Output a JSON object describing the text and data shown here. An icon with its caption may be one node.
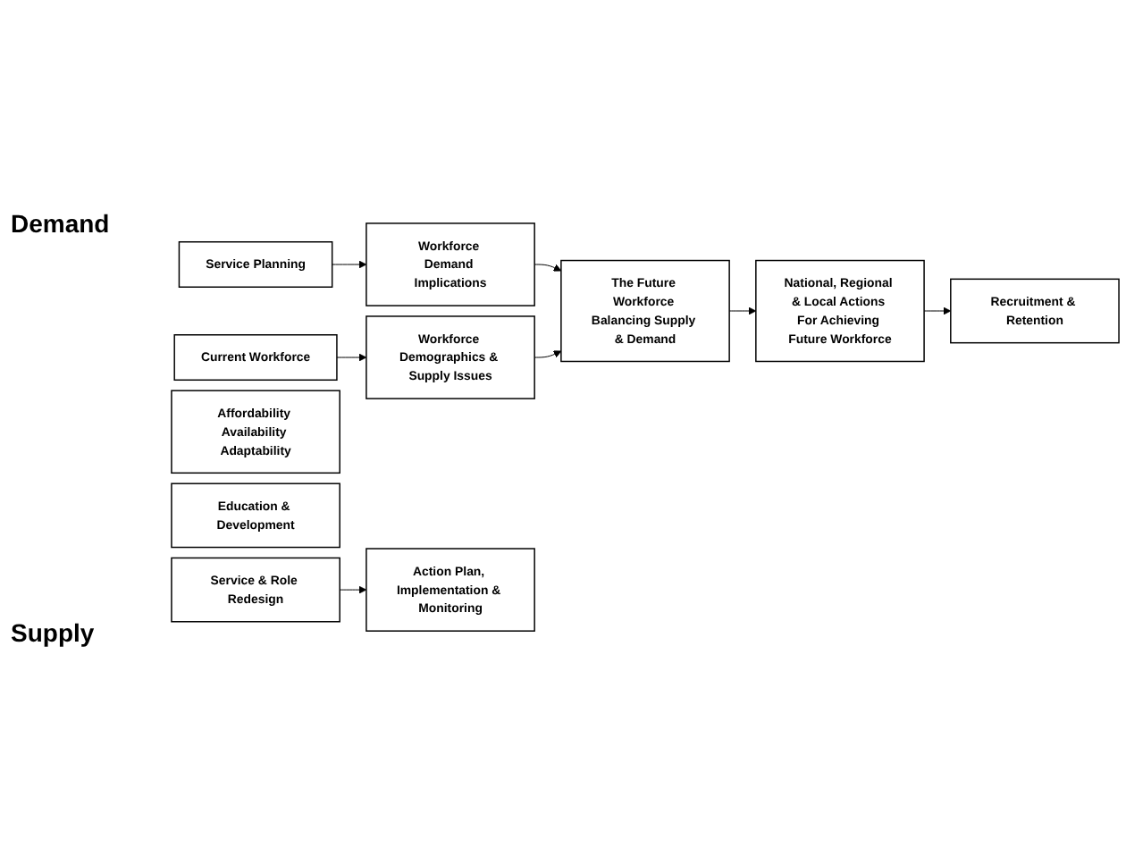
{
  "diagram": {
    "nodes": [
      {
        "text": [
          "Service Planning"
        ]
      },
      {
        "text": [
          "Workforce Demand Implications"
        ]
      },
      {
        "text": [
          "Workforce Demographics & Supply Issues"
        ]
      },
      {
        "text": [
          "Current Workforce"
        ]
      },
      {
        "text": [
          "The Future Workforce Balancing Supply & Demand"
        ]
      },
      {
        "text": [
          "Affordability Availability Adaptability"
        ]
      },
      {
        "text": [
          "National, Regional & Local Actions For Achieving Future Workforce"
        ]
      },
      {
        "text": [
          "Recruitment & Retention"
        ]
      },
      {
        "text": [
          "Education & Development"
        ]
      },
      {
        "text": [
          "Service & Role Redesign"
        ]
      },
      {
        "text": [
          "Action Plan, Implementation & Monitoring"
        ]
      }
    ],
    "edges": [
      {
        "from": 0,
        "to": 1,
        "arrow": "to"
      },
      {
        "from": 1,
        "to": 4,
        "arrow": "to"
      },
      {
        "from": 3,
        "to": 2,
        "arrow": "to"
      },
      {
        "from": 2,
        "to": 4,
        "arrow": "to"
      },
      {
        "from": 4,
        "to": 6,
        "arrow": "to"
      },
      {
        "from": 6,
        "to": 7,
        "arrow": "to"
      },
      {
        "from": 9,
        "to": 10,
        "arrow": "to"
      }
    ],
    "labels": [
      "Demand",
      "Supply"
    ]
  }
}
